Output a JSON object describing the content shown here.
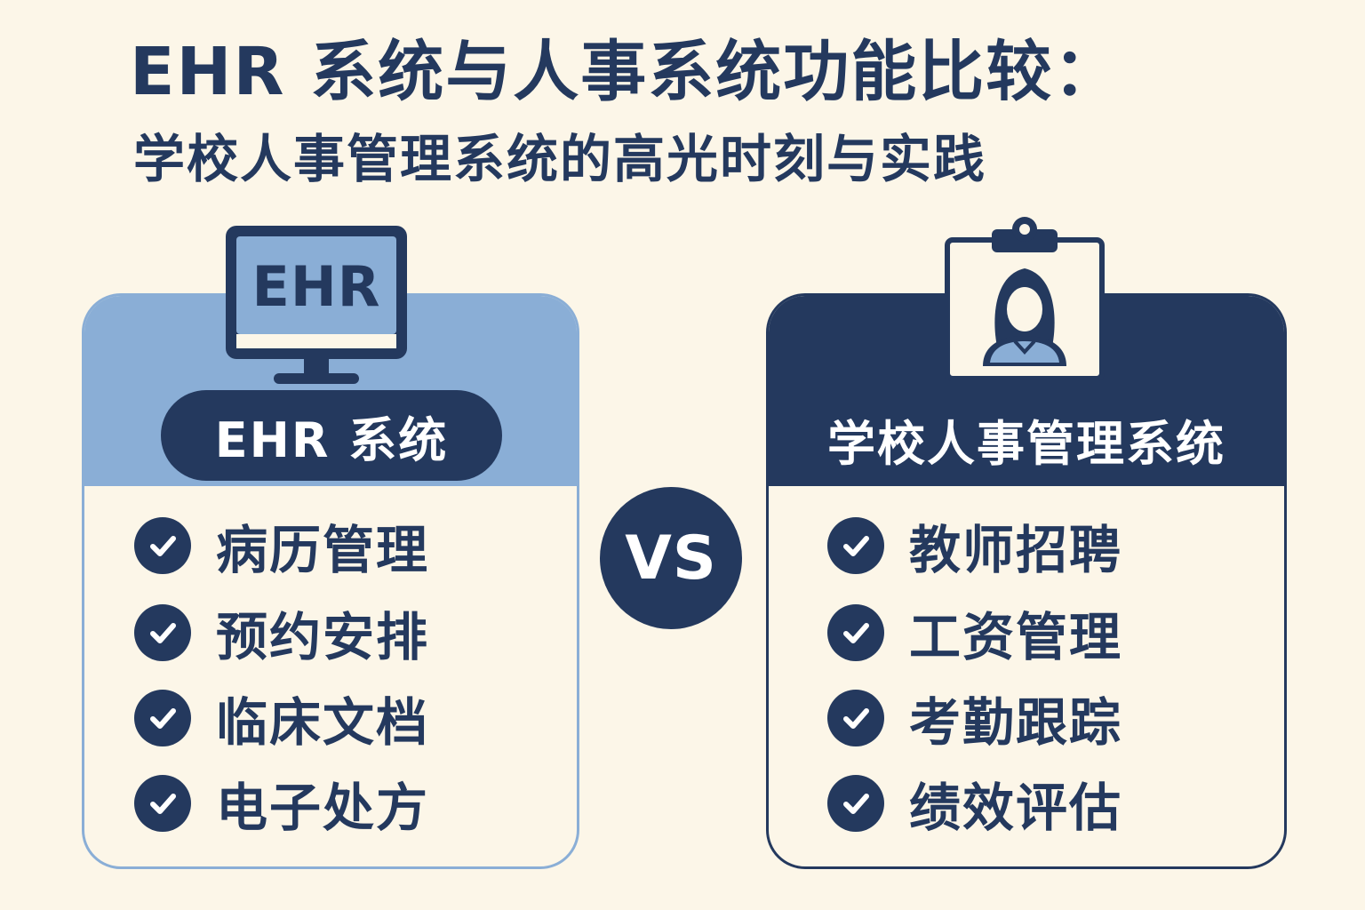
{
  "header": {
    "title": "EHR 系统与人事系统功能比较：",
    "subtitle": "学校人事管理系统的高光时刻与实践"
  },
  "left_panel": {
    "monitor_text": "EHR",
    "label": "EHR 系统",
    "icon": "monitor-icon",
    "items": [
      "病历管理",
      "预约安排",
      "临床文档",
      "电子处方"
    ]
  },
  "vs_label": "VS",
  "right_panel": {
    "label": "学校人事管理系统",
    "icon": "clipboard-person-icon",
    "items": [
      "教师招聘",
      "工资管理",
      "考勤跟踪",
      "绩效评估"
    ]
  },
  "colors": {
    "background": "#fcf6e8",
    "navy": "#24395e",
    "light_blue": "#8aaed6"
  }
}
